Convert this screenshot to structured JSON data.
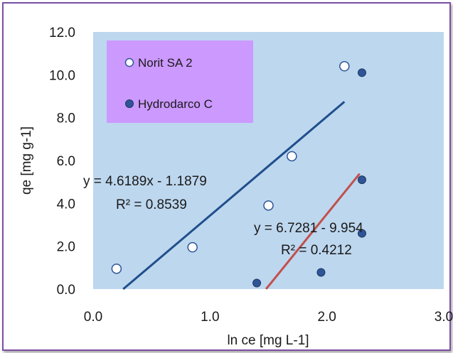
{
  "chart_data": {
    "type": "scatter",
    "xlabel": "ln ce [mg L-1]",
    "ylabel": "qe [mg g-1]",
    "xlim": [
      0,
      3
    ],
    "ylim": [
      0,
      12
    ],
    "x_ticks": [
      "0.0",
      "1.0",
      "2.0",
      "3.0"
    ],
    "y_ticks": [
      "0.0",
      "2.0",
      "4.0",
      "6.0",
      "8.0",
      "10.0",
      "12.0"
    ],
    "x_tick_values": [
      0,
      1,
      2,
      3
    ],
    "y_tick_values": [
      0,
      2,
      4,
      6,
      8,
      10,
      12
    ],
    "grid": false,
    "plot_background": "#bdd7ee",
    "legend_placement": "top-left",
    "legend_background": "#cc99ff",
    "series": [
      {
        "name": "Norit SA 2",
        "marker_fill": "#ffffff",
        "marker_stroke": "#2f5597",
        "trend_color": "#1f4e8c",
        "points": [
          {
            "x": 0.2,
            "y": 0.95
          },
          {
            "x": 0.85,
            "y": 1.95
          },
          {
            "x": 1.5,
            "y": 3.9
          },
          {
            "x": 1.7,
            "y": 6.2
          },
          {
            "x": 2.15,
            "y": 10.4
          }
        ],
        "trendline": {
          "slope": 4.6189,
          "intercept": -1.1879,
          "x_range": [
            0.257,
            2.15
          ]
        },
        "equation": "y = 4.6189x - 1.1879",
        "r2_label": "R² = 0.8539"
      },
      {
        "name": "Hydrodarco C",
        "marker_fill": "#2f5597",
        "marker_stroke": "#1f3864",
        "trend_color": "#c0504d",
        "points": [
          {
            "x": 1.4,
            "y": 0.28
          },
          {
            "x": 1.95,
            "y": 0.78
          },
          {
            "x": 2.3,
            "y": 2.6
          },
          {
            "x": 2.3,
            "y": 5.1
          },
          {
            "x": 2.3,
            "y": 10.1
          }
        ],
        "trendline": {
          "slope": 6.7281,
          "intercept": -9.954,
          "x_range": [
            1.4795,
            2.28
          ]
        },
        "equation": "y = 6.7281 - 9.954",
        "r2_label": "R² = 0.4212"
      }
    ]
  }
}
